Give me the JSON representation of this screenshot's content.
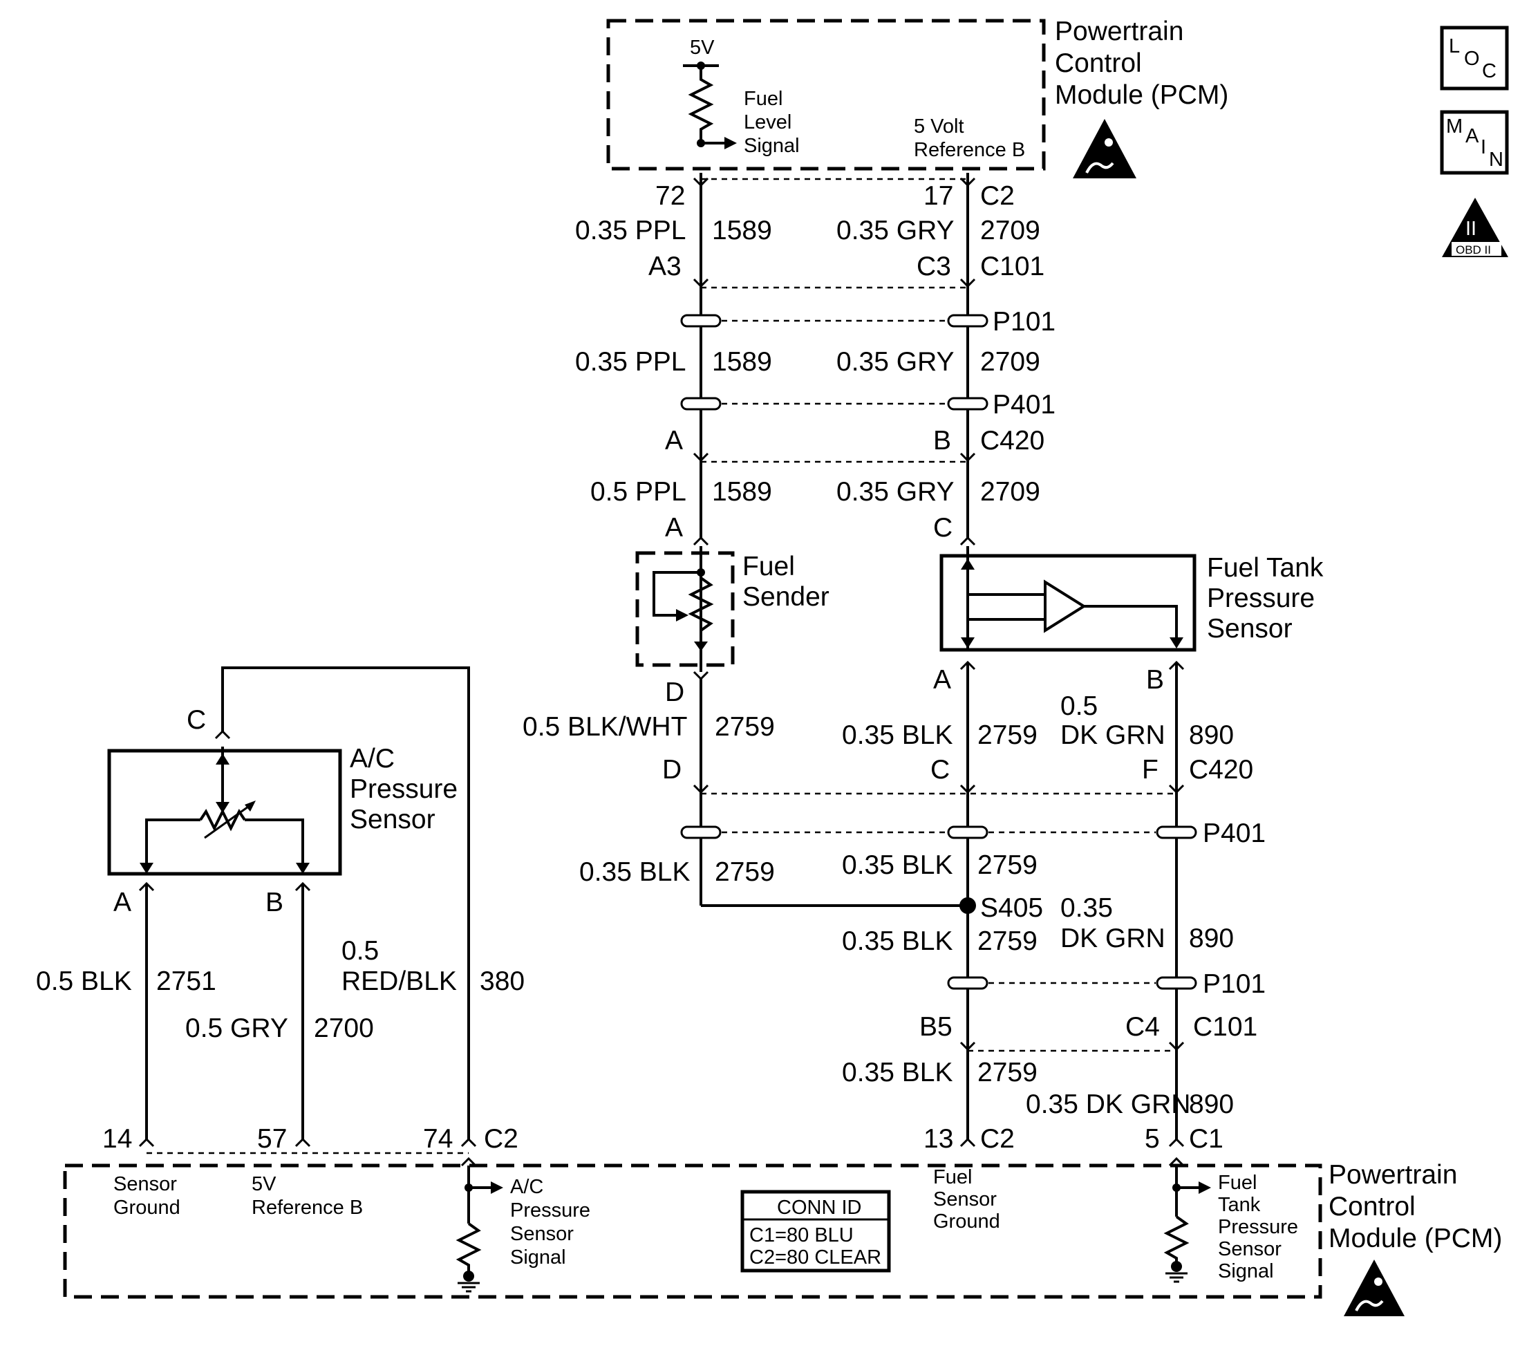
{
  "pcm_top": {
    "name_lines": [
      "Powertrain",
      "Control",
      "Module (PCM)"
    ],
    "v5": "5V",
    "fuel_level_lines": [
      "Fuel",
      "Level",
      "Signal"
    ],
    "ref_b_lines": [
      "5 Volt",
      "Reference B"
    ]
  },
  "badges": {
    "loc": [
      "L",
      "O",
      "C"
    ],
    "main": [
      "M",
      "A",
      "I",
      "N"
    ],
    "obd_symbol": "II",
    "obd_text": "OBD II"
  },
  "wires": {
    "w1589_a": {
      "pin": "72",
      "gauge": "0.35 PPL",
      "circuit": "1589",
      "cav": "A3"
    },
    "w2709_a": {
      "pin": "17",
      "conn": "C2",
      "gauge": "0.35 GRY",
      "circuit": "2709",
      "cav": "C3",
      "conn2": "C101"
    },
    "p101_top": "P101",
    "w1589_b": {
      "gauge": "0.35 PPL",
      "circuit": "1589"
    },
    "w2709_b": {
      "gauge": "0.35 GRY",
      "circuit": "2709"
    },
    "p401_top": "P401",
    "c420_top": {
      "cav_left": "A",
      "cav_right": "B",
      "conn": "C420"
    },
    "w1589_c": {
      "gauge": "0.5 PPL",
      "circuit": "1589",
      "cav": "A"
    },
    "w2709_c": {
      "gauge": "0.35 GRY",
      "circuit": "2709",
      "cav": "C"
    }
  },
  "fuel_sender": {
    "name_lines": [
      "Fuel",
      "Sender"
    ],
    "cav_bottom": "D"
  },
  "ftp_sensor": {
    "name_lines": [
      "Fuel Tank",
      "Pressure",
      "Sensor"
    ],
    "cav_a": "A",
    "cav_b": "B"
  },
  "ground_wires": {
    "sender_gnd": {
      "gauge": "0.5 BLK/WHT",
      "circuit": "2759",
      "cav": "D"
    },
    "ftp_gnd": {
      "gauge": "0.35 BLK",
      "circuit": "2759",
      "cav": "C"
    },
    "ftp_sig": {
      "gauge_line1": "0.5",
      "gauge_line2": "DK GRN",
      "circuit": "890",
      "cav": "F",
      "conn": "C420"
    },
    "p401_lower": "P401",
    "after_p401_left": {
      "gauge": "0.35 BLK",
      "circuit": "2759"
    },
    "after_p401_mid": {
      "gauge": "0.35 BLK",
      "circuit": "2759"
    },
    "splice": "S405",
    "after_splice": {
      "gauge": "0.35 BLK",
      "circuit": "2759"
    },
    "ftp_sig_b": {
      "gauge_line1": "0.35",
      "gauge_line2": "DK GRN",
      "circuit": "890"
    },
    "p101_lower": "P101",
    "c101_lower": {
      "cav_left": "B5",
      "cav_right": "C4",
      "conn": "C101"
    },
    "final_gnd": {
      "gauge": "0.35 BLK",
      "circuit": "2759",
      "pin": "13",
      "conn": "C2"
    },
    "final_sig": {
      "gauge": "0.35 DK GRN",
      "circuit": "890",
      "pin": "5",
      "conn": "C1"
    }
  },
  "ac_sensor": {
    "name_lines": [
      "A/C",
      "Pressure",
      "Sensor"
    ],
    "cav_c": "C",
    "cav_a": "A",
    "cav_b": "B",
    "wire_a": {
      "gauge": "0.5 BLK",
      "circuit": "2751",
      "pin": "14"
    },
    "wire_b": {
      "gauge": "0.5 GRY",
      "circuit": "2700",
      "pin": "57"
    },
    "wire_c": {
      "gauge_line1": "0.5",
      "gauge_line2": "RED/BLK",
      "circuit": "380",
      "pin": "74",
      "conn": "C2"
    }
  },
  "pcm_bottom": {
    "name_lines": [
      "Powertrain",
      "Control",
      "Module (PCM)"
    ],
    "sensor_ground_lines": [
      "Sensor",
      "Ground"
    ],
    "ref_b_lines": [
      "5V",
      "Reference B"
    ],
    "ac_signal_lines": [
      "A/C",
      "Pressure",
      "Sensor",
      "Signal"
    ],
    "fuel_ground_lines": [
      "Fuel",
      "Sensor",
      "Ground"
    ],
    "ftp_signal_lines": [
      "Fuel",
      "Tank",
      "Pressure",
      "Sensor",
      "Signal"
    ],
    "conn_id": {
      "title": "CONN ID",
      "c1": "C1=80 BLU",
      "c2": "C2=80 CLEAR"
    }
  }
}
